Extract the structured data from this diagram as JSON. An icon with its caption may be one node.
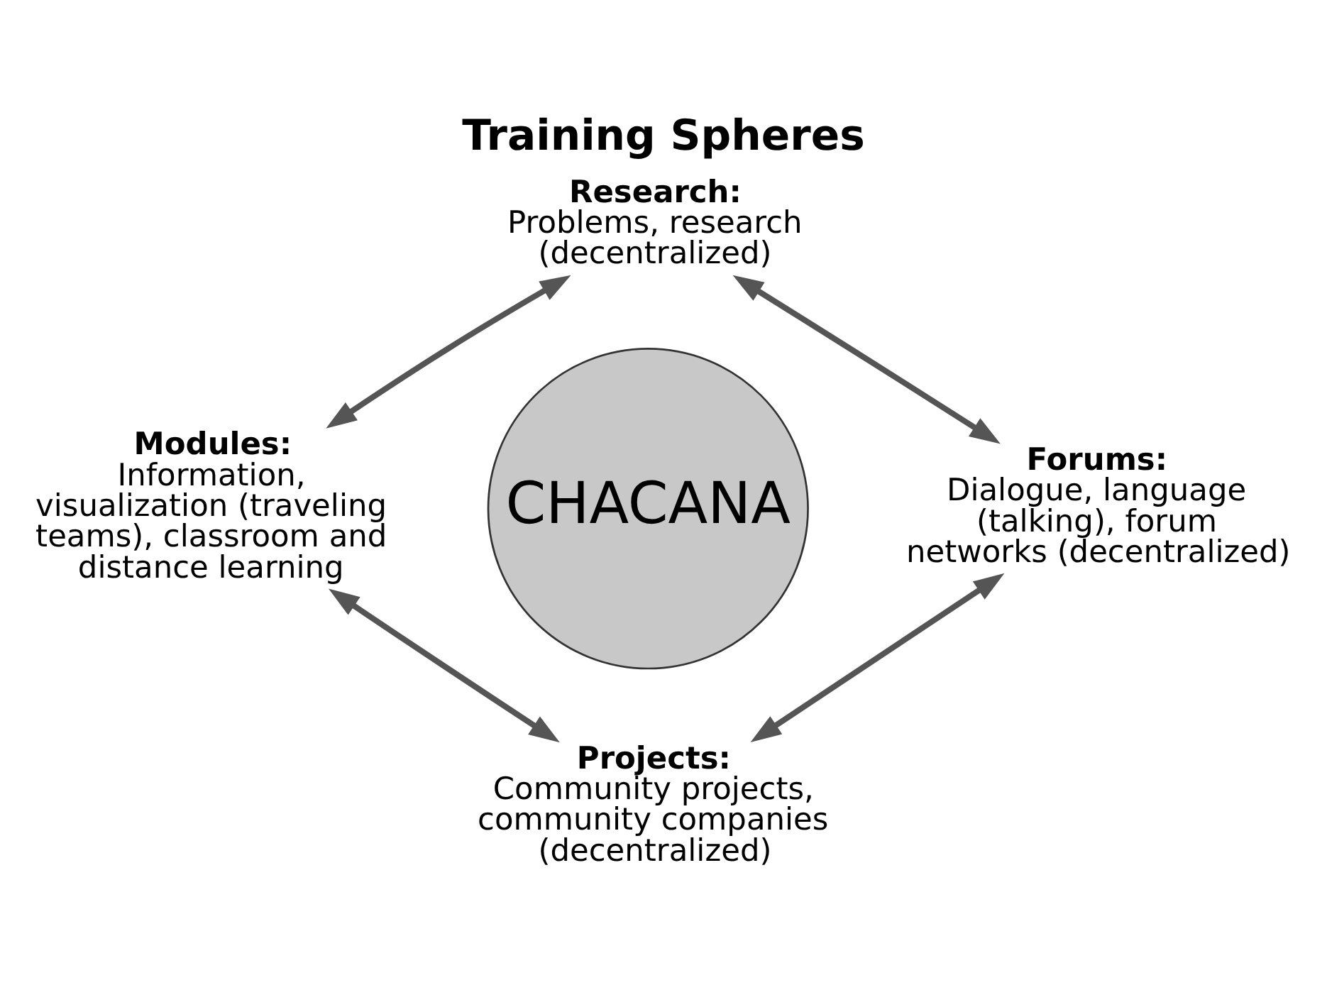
{
  "diagram": {
    "title": "Training Spheres",
    "nodes": [
      {
        "text": [
          "CHACANA"
        ]
      },
      {
        "text": [
          "Research:",
          "Problems, research (decentralized)"
        ]
      },
      {
        "text": [
          "Modules:",
          "Information, visualization (traveling teams), classroom and distance learning"
        ]
      },
      {
        "text": [
          "Forums:",
          "Dialogue, language (talking), forum networks (decentralized)"
        ]
      },
      {
        "text": [
          "Projects:",
          "Community projects, community companies (decentralized)"
        ]
      }
    ],
    "edges": [
      {
        "from": 2,
        "to": 1,
        "arrow": "both"
      },
      {
        "from": 1,
        "to": 3,
        "arrow": "both"
      },
      {
        "from": 3,
        "to": 4,
        "arrow": "both"
      },
      {
        "from": 4,
        "to": 2,
        "arrow": "both"
      }
    ]
  }
}
